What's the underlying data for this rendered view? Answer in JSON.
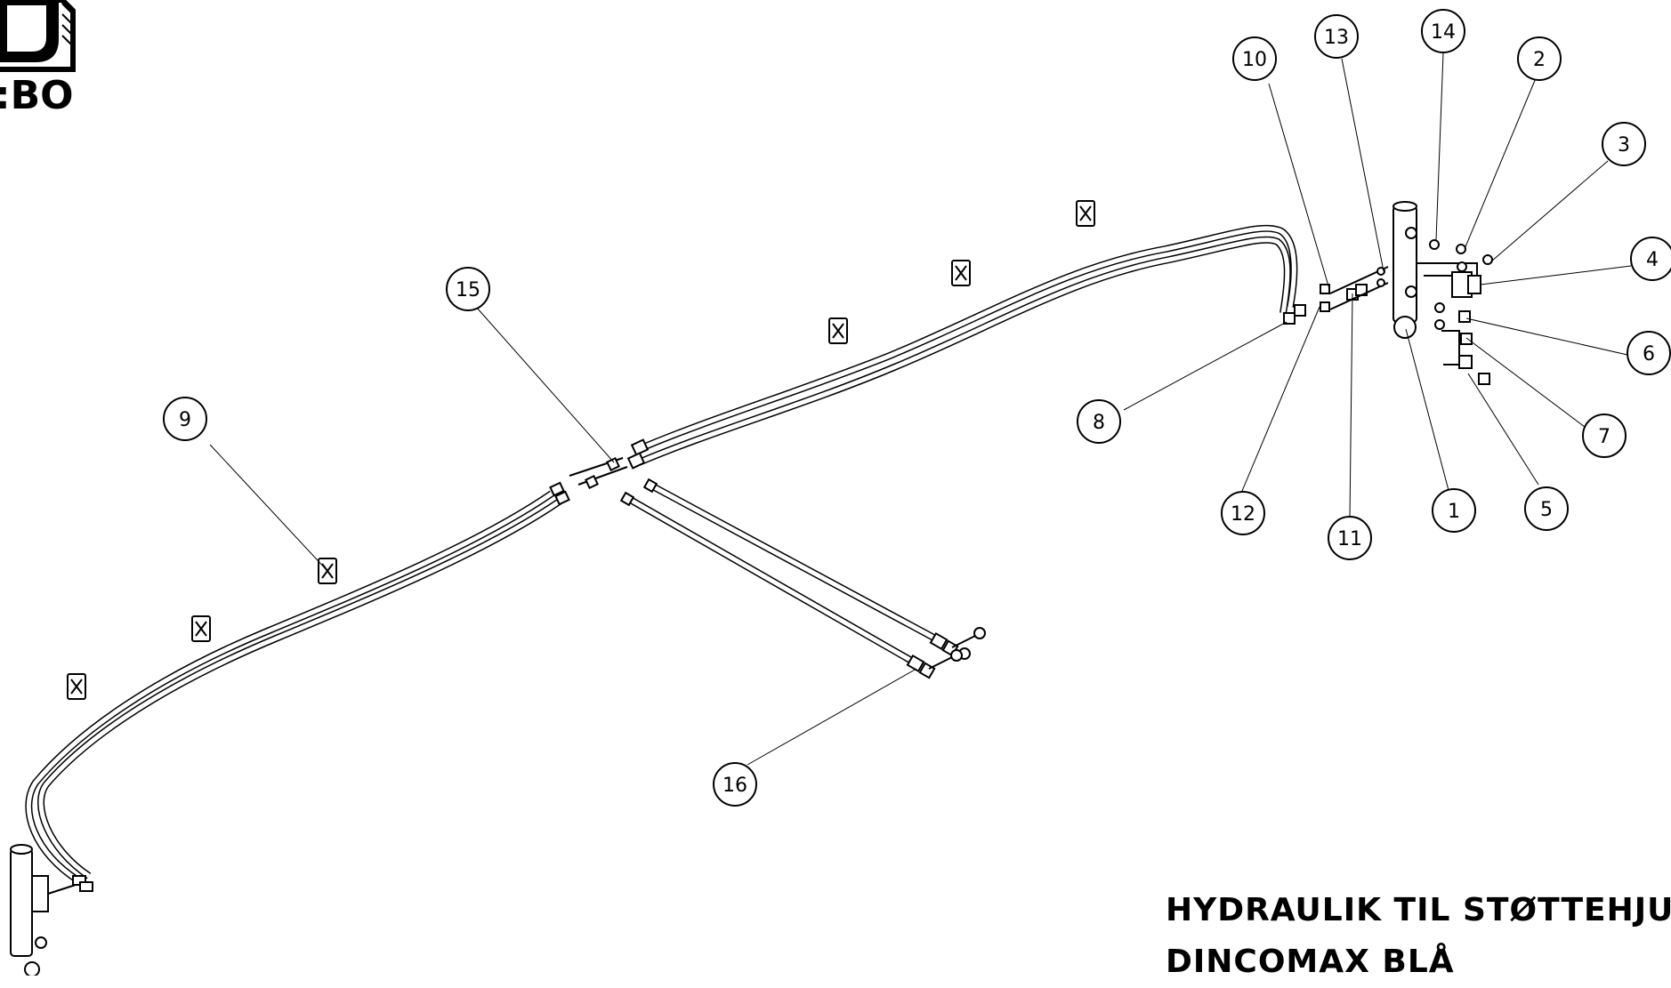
{
  "logo": {
    "text": ":BO"
  },
  "title": {
    "line1": "HYDRAULIK TIL STØTTEHJUL",
    "line2": "DINCOMAX BLÅ"
  },
  "callouts": [
    "1",
    "2",
    "3",
    "4",
    "5",
    "6",
    "7",
    "8",
    "9",
    "10",
    "11",
    "12",
    "13",
    "14",
    "15",
    "16"
  ],
  "colors": {
    "ink": "#000000",
    "paper": "#ffffff",
    "hose_fill": "#f2f2f2"
  }
}
